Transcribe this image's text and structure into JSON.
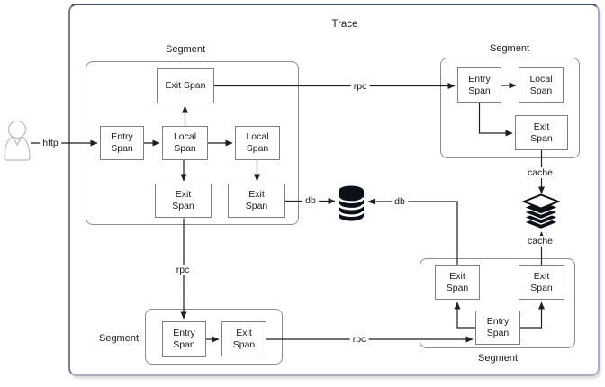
{
  "title": "Trace",
  "colors": {
    "line_color": "#1f1f1f",
    "span_border": "#7f7f7f",
    "segment_border": "#8c8c8c",
    "trace_border_dark": "#45516d",
    "trace_border_light": "#a9aec0",
    "icon_color": "#0c1018",
    "user_icon_color": "#b9b9b9",
    "text_color": "#1a1a1a",
    "background": "#ffffff"
  },
  "icons": {
    "user": "user-icon",
    "database": "database-icon",
    "cache": "layers-stack-icon"
  },
  "segments": [
    {
      "label": "Segment",
      "spans": [
        "Exit Span",
        "Entry Span",
        "Local Span",
        "Local Span",
        "Exit Span",
        "Exit Span"
      ]
    },
    {
      "label": "Segment",
      "spans": [
        "Entry Span",
        "Local Span",
        "Exit Span"
      ]
    },
    {
      "label": "Segment",
      "spans": [
        "Entry Span",
        "Exit Span"
      ]
    },
    {
      "label": "Segment",
      "spans": [
        "Exit Span",
        "Exit Span",
        "Entry Span"
      ]
    }
  ],
  "edge_labels": {
    "http": "http",
    "rpc_top": "rpc",
    "rpc_mid": "rpc",
    "rpc_bottom": "rpc",
    "db_left": "db",
    "db_right": "db",
    "cache_upper": "cache",
    "cache_lower": "cache"
  }
}
